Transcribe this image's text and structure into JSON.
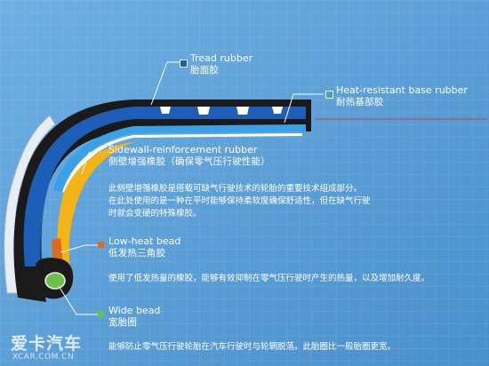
{
  "colors": {
    "background": "#5a9fd6",
    "tread": "#1d5fb8",
    "base": "#3aa0e8",
    "sidewall_reinforcement": "#f2b515",
    "low_heat_bead": "#e06a1c",
    "wide_bead": "#6cc04a",
    "rim": "#e9eef3",
    "dark_line": "#1a1a1a"
  },
  "layers": [
    {
      "key": "tread",
      "en": "Tread rubber",
      "zh": "胎面胶"
    },
    {
      "key": "base",
      "en": "Heat-resistant base rubber",
      "zh": "耐热基部胶"
    },
    {
      "key": "sidewall",
      "en": "Sidewall-reinforcement rubber",
      "zh": "侧壁增强橡胶（确保零气压行驶性能）",
      "desc": [
        "此侧壁增强橡胶是搭载可缺气行驶技术的轮胎的重要技术组成部分。",
        "在此处使用的是一种在平时能够保持柔软度确保舒适性，但在缺气行驶",
        "时就会变硬的特殊橡胶。"
      ]
    },
    {
      "key": "bead",
      "en": "Low-heat bead",
      "zh": "低发热三角胶",
      "desc": [
        "使用了低发热量的橡胶，能够有效抑制在零气压行驶时产生的热量，以及增加耐久度。"
      ]
    },
    {
      "key": "widebead",
      "en": "Wide bead",
      "zh": "宽胎圈",
      "desc": [
        "能够防止零气压行驶轮胎在汽车行驶时与轮辋脱落。此胎圈比一般胎圈更宽。"
      ]
    }
  ],
  "watermark": {
    "logo": "爱卡汽车",
    "url": "XCAR.COM.CN"
  }
}
